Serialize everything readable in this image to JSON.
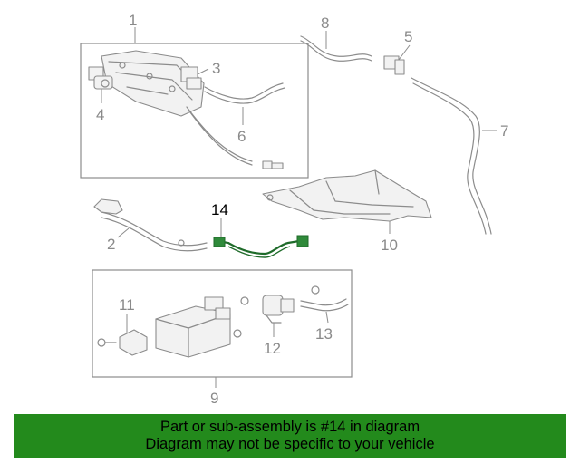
{
  "colors": {
    "banner_bg": "#238a1c",
    "highlight_part": "#1f6b2a",
    "line_gray": "#8c8c8c"
  },
  "labels": {
    "p1": "1",
    "p2": "2",
    "p3": "3",
    "p4": "4",
    "p5": "5",
    "p6": "6",
    "p7": "7",
    "p8": "8",
    "p9": "9",
    "p10": "10",
    "p11": "11",
    "p12": "12",
    "p13": "13",
    "p14": "14"
  },
  "banner": {
    "line1": "Part or sub-assembly is #14 in diagram",
    "line2": "Diagram may not be specific to your vehicle"
  }
}
